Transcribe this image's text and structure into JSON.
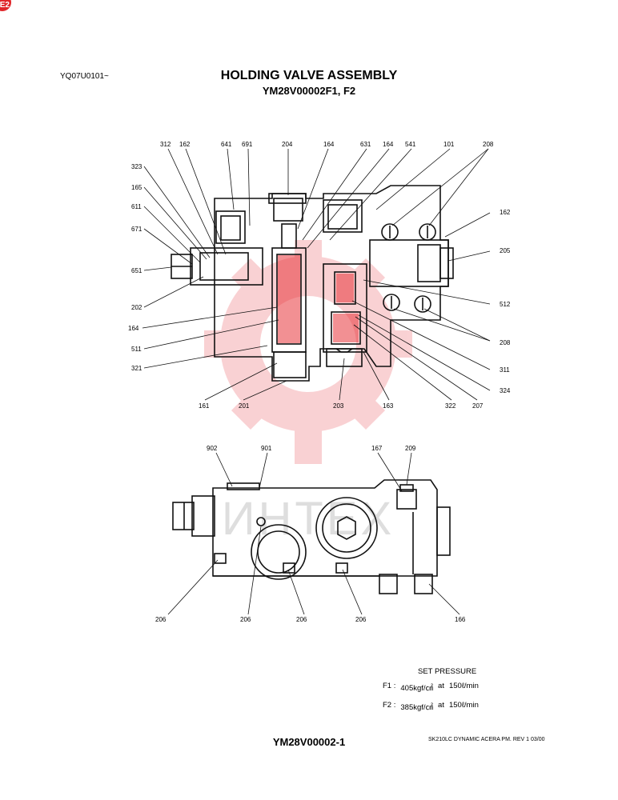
{
  "header": {
    "ref_code": "YQ07U0101~",
    "title": "HOLDING VALVE ASSEMBLY",
    "subtitle": "YM28V00002F1, F2"
  },
  "upper_view_labels": {
    "top": [
      "312",
      "162",
      "641",
      "691",
      "204",
      "164",
      "631",
      "164",
      "541",
      "101",
      "208"
    ],
    "left": [
      "323",
      "165",
      "611",
      "671",
      "651",
      "202",
      "164",
      "511",
      "321"
    ],
    "right": [
      "162",
      "205",
      "512",
      "208",
      "311",
      "324"
    ],
    "bottom": [
      "161",
      "201",
      "203",
      "163",
      "322",
      "207"
    ]
  },
  "lower_view_labels": {
    "top": [
      "902",
      "901",
      "167",
      "209"
    ],
    "bottom": [
      "206",
      "206",
      "206",
      "206",
      "166"
    ]
  },
  "watermark": {
    "brand_text": "ИНТЕХ",
    "color": "#e8343a"
  },
  "set_pressure": {
    "heading": "SET PRESSURE",
    "rows": [
      {
        "model": "F1 :",
        "pressure": "405kgf/㎠",
        "at": "at",
        "flow": "150ℓ/min"
      },
      {
        "model": "F2 :",
        "pressure": "385kgf/㎠",
        "at": "at",
        "flow": "150ℓ/min"
      }
    ]
  },
  "footer": {
    "drawing_number": "YM28V00002-1",
    "reference": "SK210LC DYNAMIC ACERA PM.  REV 1 03/00"
  },
  "corner_badge": "E2"
}
